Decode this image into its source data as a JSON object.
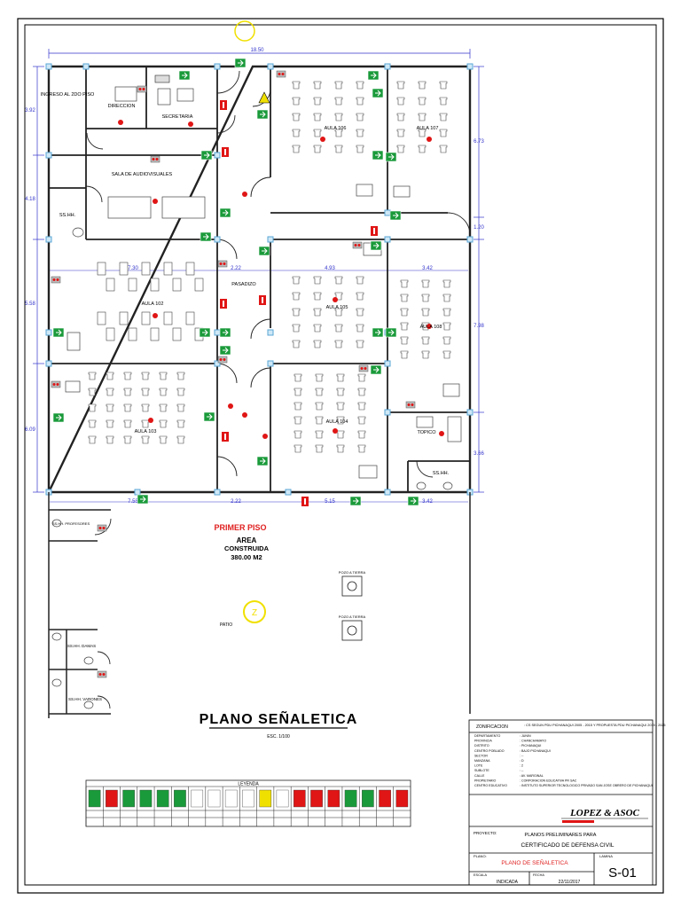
{
  "plan": {
    "title": "PLANO SEÑALETICA",
    "scale": "ESC. 1/100",
    "floor": "PRIMER PISO",
    "area_label": "AREA",
    "area_built": "CONSTRUIDA",
    "area_value": "380.00 M2",
    "patio": "PATIO",
    "pozo_1": "POZO A TIERRA",
    "pozo_2": "POZO A TIERRA"
  },
  "rooms": {
    "ingreso": "INGRESO AL 2DO PISO",
    "direccion": "DIRECCION",
    "secretaria": "SECRETARIA",
    "sala_audiovisuales": "SALA DE AUDIOVISUALES",
    "sshh_1": "SS.HH.",
    "aula_106": "AULA 106",
    "aula_107": "AULA 107",
    "pasadizo": "PASADIZO",
    "aula_102": "AULA 102",
    "aula_105": "AULA 105",
    "aula_108": "AULA 108",
    "aula_103": "AULA 103",
    "aula_104": "AULA 104",
    "topico": "TOPICO",
    "sshh_2": "SS.HH.",
    "sshh_profesores": "SS.HH. PROFESORES",
    "sshh_damas": "SS.HH. DAMAS",
    "sshh_varones": "SS.HH. VARONES"
  },
  "dimensions": {
    "top": "18.50",
    "left": [
      "3.92",
      "4.18",
      "5.58",
      "6.09"
    ],
    "right": [
      "6.73",
      "1.20",
      "7.98",
      "3.66"
    ],
    "mid_row": [
      "7.30",
      "2.22",
      "4.93",
      "3.42"
    ],
    "bottom": [
      "7.55",
      "2.22",
      "5.15",
      "3.42"
    ]
  },
  "legend": {
    "title": "LEYENDA"
  },
  "title_block": {
    "zonificacion_label": "ZONIFICACION",
    "zonificacion_value": ": CS SEGUN PDU PICHANAQUI 2005 - 2015 Y PROPUESTA PDU PICHANAQUI 2015 - 2025",
    "fields": [
      {
        "label": "DEPARTAMENTO",
        "value": ": JUNIN"
      },
      {
        "label": "PROVINCIA",
        "value": ": CHANCHAMAYO"
      },
      {
        "label": "DISTRITO",
        "value": ": PICHANAQUI"
      },
      {
        "label": "CENTRO POBLADO",
        "value": ": BAJO PICHANAQUI"
      },
      {
        "label": "SECTOR",
        "value": ": --"
      },
      {
        "label": "MANZANA",
        "value": ": D"
      },
      {
        "label": "LOTE",
        "value": ": 2"
      },
      {
        "label": "SUBLOTE",
        "value": ": --"
      },
      {
        "label": "CALLE",
        "value": ": AV. MARGINAL"
      },
      {
        "label": "PROPIETARIO",
        "value": ": CORPORACION EDUCATIVA PR SAC"
      },
      {
        "label": "CENTRO EDUCATIVO",
        "value": ": INSTITUTO SUPERIOR TECNOLOGICO PRIVADO SAN JOSE OBRERO DE PICHANAQUI"
      }
    ],
    "firm": "LOPEZ & ASOC",
    "proyecto_label": "PROYECTO:",
    "proyecto_line1": "PLANOS PRELIMINARES PARA",
    "proyecto_line2": "CERTIFICADO DE DEFENSA CIVIL",
    "plano_label": "PLANO:",
    "plano_value": "PLANO DE SEÑALETICA",
    "lamina_label": "LAMINA",
    "lamina_value": "S-01",
    "escala_label": "ESCALA",
    "escala_value": "INDICADA",
    "fecha_label": "FECHA",
    "fecha_value": "22/11/2017"
  },
  "colors": {
    "wall": "#222222",
    "dimension": "#3333cc",
    "sign_green": "#1a9a3a",
    "sign_red": "#e01515",
    "title_red": "#e02020",
    "column": "#5aa6d6",
    "safe_zone": "#f0e000"
  }
}
